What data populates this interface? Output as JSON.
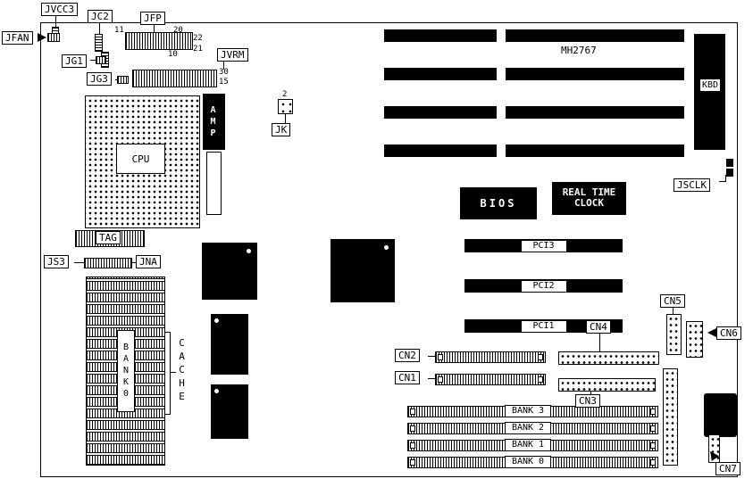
{
  "board": {
    "part_number": "MH2767"
  },
  "callouts": {
    "jvcc3": "JVCC3",
    "jc2": "JC2",
    "jfp": "JFP",
    "jfan": "JFAN",
    "jg1": "JG1",
    "jg3": "JG3",
    "jvrm": "JVRM",
    "jk": "JK",
    "jsclk": "JSCLK",
    "js3": "JS3",
    "jna": "JNA",
    "tag": "TAG",
    "cn1": "CN1",
    "cn2": "CN2",
    "cn3": "CN3",
    "cn4": "CN4",
    "cn5": "CN5",
    "cn6": "CN6",
    "cn7": "CN7"
  },
  "components": {
    "cpu": "CPU",
    "amp": "AMP",
    "kbd": "KBD",
    "bios": "BIOS",
    "rtc_line1": "REAL TIME",
    "rtc_line2": "CLOCK",
    "cache": "CACHE",
    "simm_bank_vertical": "BANK0"
  },
  "slots": {
    "pci1": "PCI1",
    "pci2": "PCI2",
    "pci3": "PCI3",
    "banks": [
      "BANK 3",
      "BANK 2",
      "BANK 1",
      "BANK 0"
    ]
  },
  "pin_numbers": {
    "jfp_top_left": "11",
    "jfp_top_right": "20",
    "jfp_right_upper": "22",
    "jfp_right_lower": "21",
    "jfp_bottom": "10",
    "jvrm_top": "30",
    "jvrm_bottom": "15",
    "jk_top": "2"
  }
}
